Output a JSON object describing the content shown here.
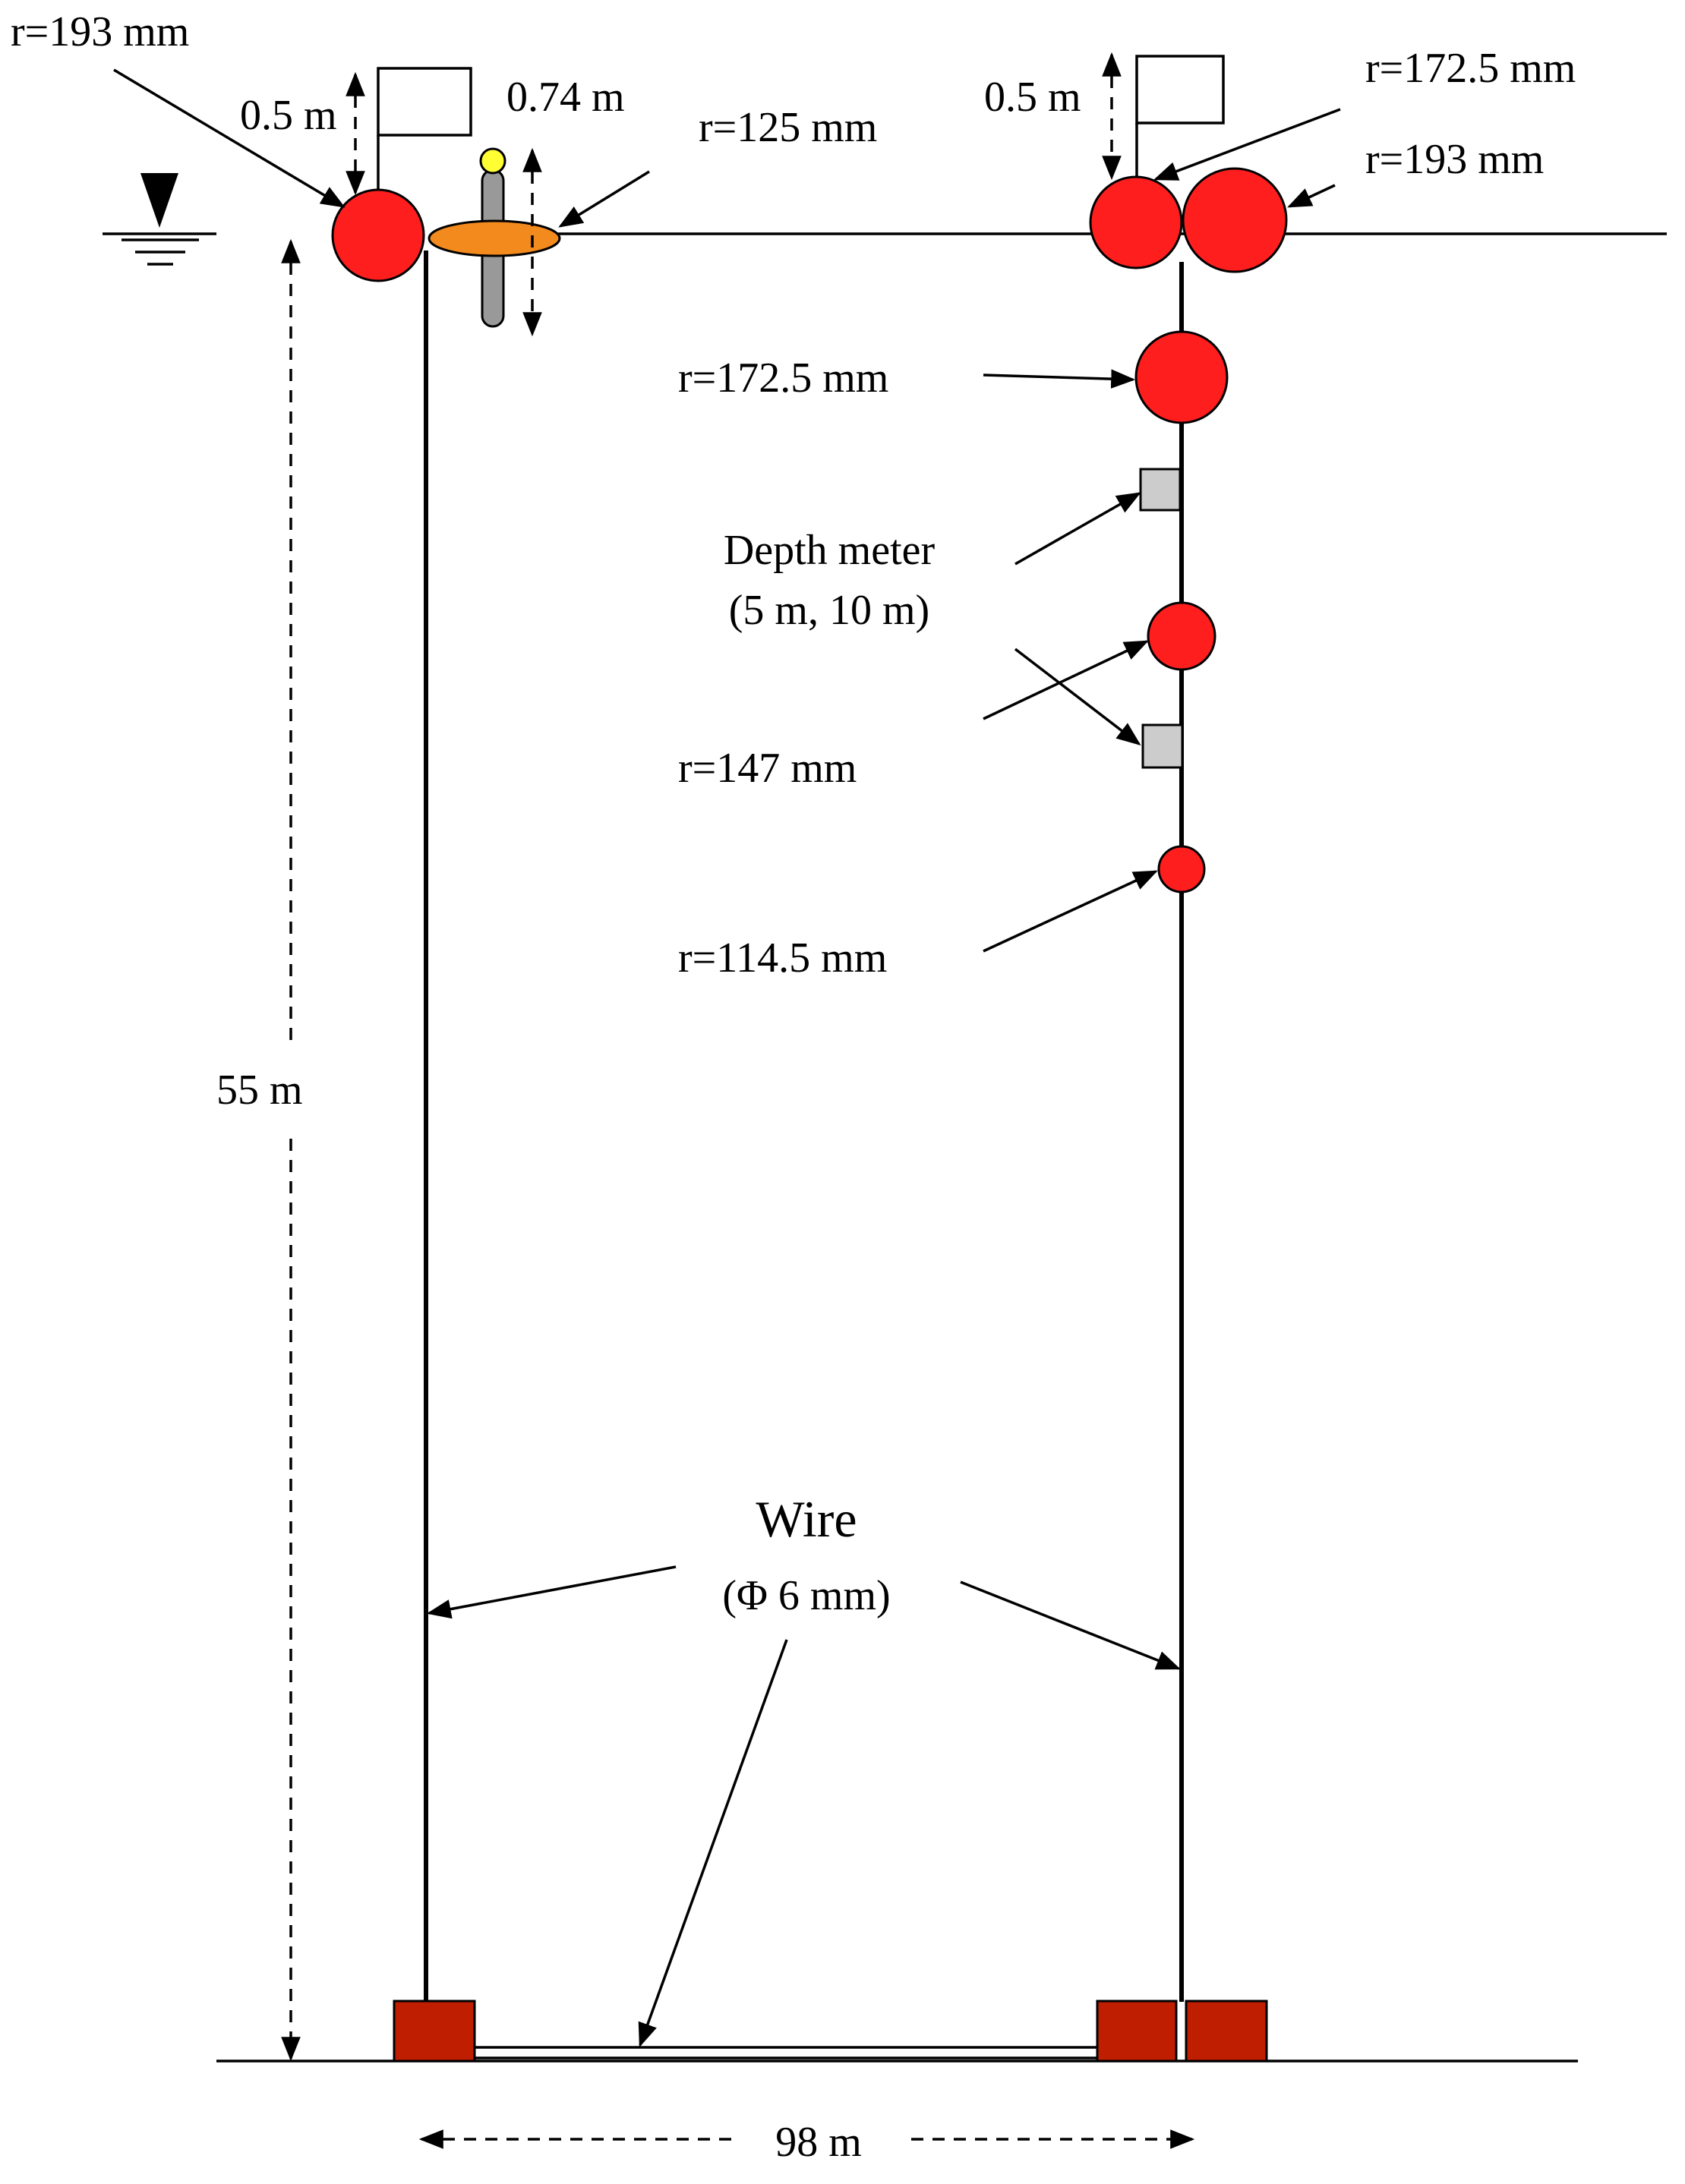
{
  "labels": {
    "r193_left": "r=193 mm",
    "h05_left": "0.5 m",
    "h074": "0.74 m",
    "r125": "r=125 mm",
    "h05_right": "0.5 m",
    "r1725_top": "r=172.5 mm",
    "r193_right": "r=193 mm",
    "r1725_mid": "r=172.5 mm",
    "depth_meter_line1": "Depth meter",
    "depth_meter_line2": "(5 m, 10 m)",
    "r147": "r=147 mm",
    "r1145": "r=114.5 mm",
    "depth55": "55 m",
    "wire_title": "Wire",
    "wire_dia": "(Φ 6 mm)",
    "span98": "98 m"
  },
  "colors": {
    "float_red": "#ff1e1e",
    "sensor_orange": "#f28a1e",
    "sensor_yellow": "#ffff33",
    "depth_meter_gray": "#cccccc",
    "anchor_brown": "#c01e00",
    "line_black": "#000000"
  },
  "icons": {
    "water_surface": "inverted-triangle-water-level-icon"
  }
}
